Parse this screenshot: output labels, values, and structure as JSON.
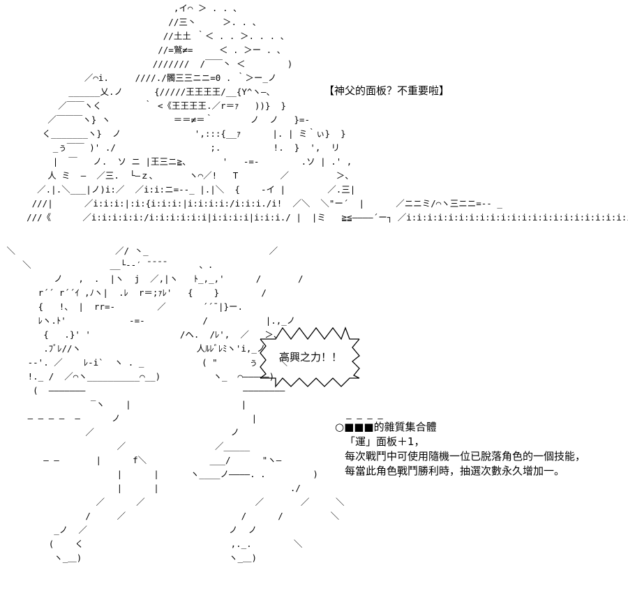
{
  "caption_top": "【神父的面板？不重要啦】",
  "speech_bubble": "高興之力！！",
  "skill": {
    "title": "○■■■的雜質集合體",
    "line1": "「運」面板＋1，",
    "line2": "每次戰鬥中可使用隨機一位已脫落角色的一個技能，",
    "line3": "每當此角色戰鬥勝利時，抽選次數永久增加一。"
  },
  "ascii_art": {
    "top": "                                ,イ⌒ ＞ . . 、\n                               //三丶     ＞. . 、\n                              //土土 ｀＜ . . ＞. . . 、\n                             //=鷲≠=     ＜ . ＞ー . 、\n                            ///////  /￣￣丶 ＜        )\n               ／⌒i.     ////./髑三三ニニ=0 . ｀＞ー_ノ\n            ______乂.ノ      {/////王王王王/__{Y^ヽ—、\n          ／￣￣ヽく        ｀ <《王王王王.／r＝ｧ   ))}  }\n        ／￣￣￣ヽ} ヽ            ＝＝≠＝｀       ノ  ノ   }=-\n       く_______ヽ}  ノ              ',:::{__ｧ      |. | ミ｀ぃ}  }\n         _ぅ￣￣ )' ./                  ;.          !.  }  ',  リ\n         |  ￣   ノ.  ソ ニ |王三ニ≧、      '   -=-        .ソ | .' ,\n        人 ミ  —  ／三.  └—ｚ、      ヽ⌒／!   T        ／         ＞、\n      ／.|.＼___|ノ)i:／  ／i:i:ニ=--_ |.|＼  {    -イ |        ／.三|\n     ///|      ／i:i:i:|:i:{i:i:i:|i:i:i:i:/i:i:i./i!  ／＼  ＼\"ー´  |      ／ニニミ/⌒ヽ三ニニ=-- _\n    ///《      ／i:i:i:i:i:/i:i:i:i:i:i|i:i:i:i|i:i:i./ |  |ミ   ≧≦————´ー┐ ／i:i:i:i:i:i:i:i:i:i:i:i:i:i:i:i:i:i:i:i:i:i:i:i",
    "bottom": " ＼                   ／/ 丶_                       ／\n    ＼               __└‐‐′ ¯¯¯¯      、.\n          ノ   ,  .  |ヽ  j  ／,|ヽ   ﾄ_,_,'      /       /\n       r´´ r´´ｲ ,ﾉヽ|  .ﾚ  r＝;ｧﾚ'   {    }        /\n       {   !、 |  rr=-        ／       ´´¯|}ー.\n       ﾚヽ.ﾄ'            ‐=‐           /           |.,_ノ\n        {   .}' '                 /ヘ.  /ﾚ',  ／   ＞、\n        .ﾌﾞﾚ//ヽ                      人ﾙﾚﾞﾚﾐヽ'i,_ノ\n     --'. ／    ﾚ-i`  ヽ . _           ( \"      ぅ    ＼\n     !._ /  ／⌒ヽ__________⌒__)          ヽ_  ⌒—————)\n      (  ———————                              ————————\n                 ‾ヽ    |                     |\n     — — — —  –      ノ                         |                 — — — —\n                ／                          ノ\n                      ／                 ／_____\n        — —       |      f＼            ___/      \"ヽ—\n                      |      |      ヽ____ノ————. .         )         ‐     .\n                      |      |                         ./\n                  ／      ／                     ／       ／     ＼\n                /     ／                      /      /         ＼\n          _ノ  ／                           ノ  ノ\n         (    く                            ,._.        ＼\n          ヽ_＿)                            ヽ_＿)"
  }
}
